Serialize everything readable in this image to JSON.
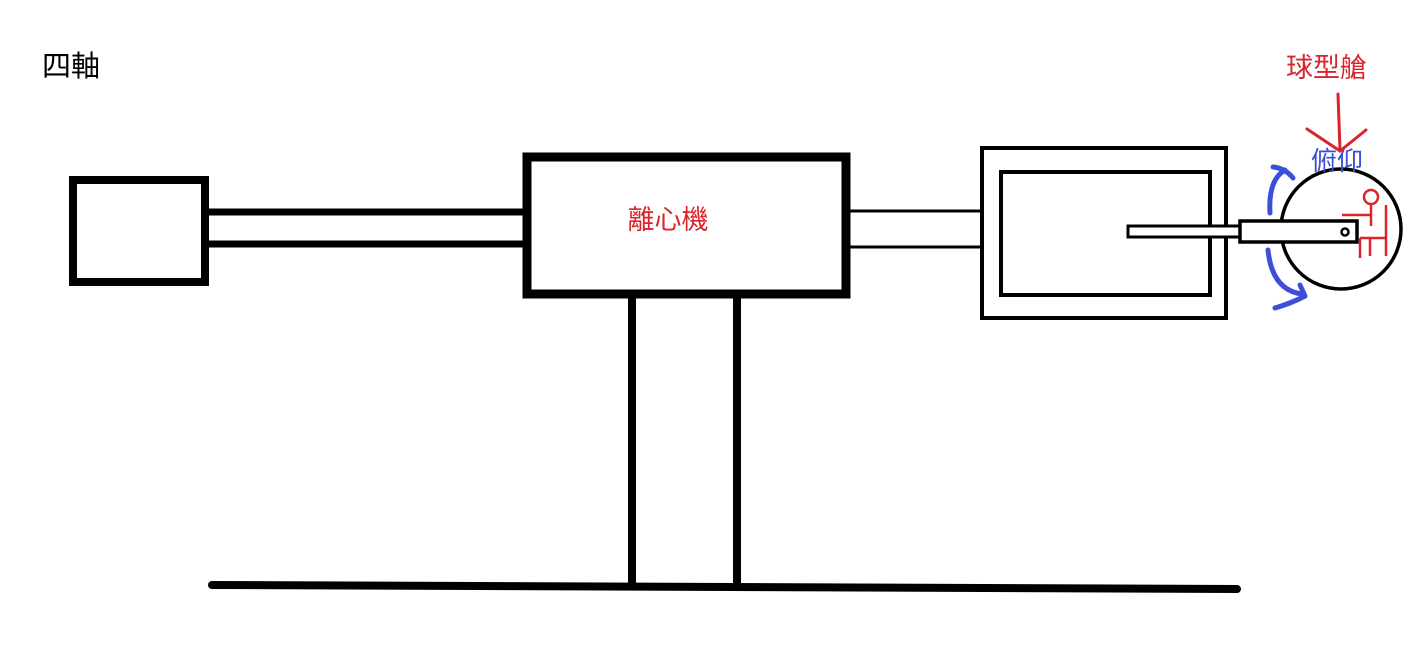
{
  "labels": {
    "quadcopter": "四軸",
    "centrifuge": "離心機",
    "spherical_cabin": "球型艙",
    "pitch": "俯仰"
  },
  "colors": {
    "stroke": "#000000",
    "red": "#d9252c",
    "blue": "#3b4fd8"
  }
}
